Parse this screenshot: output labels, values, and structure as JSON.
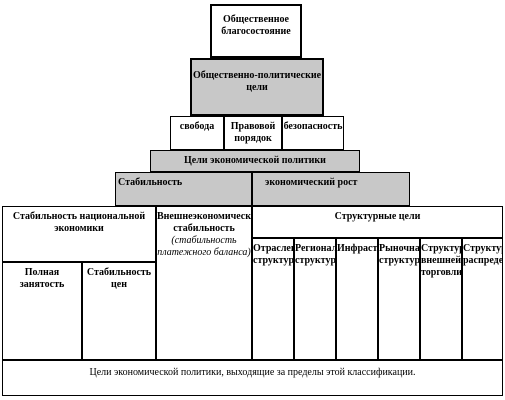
{
  "diagram": {
    "level1": "Общественное благосостояние",
    "level2": "Общественно-политические цели",
    "level3": [
      "свобода",
      "Правовой порядок",
      "безопасность"
    ],
    "level4": "Цели экономической политики",
    "level5": [
      "Стабильность",
      "экономический рост"
    ],
    "stability_group": {
      "national": "Стабильность национальной экономики",
      "full_employment": "Полная занятость",
      "price_stability": "Стабильность цен",
      "external": "Внешнеэкономическая стабильность",
      "external_note": "(стабильность платежного баланса)"
    },
    "structural_group": {
      "title": "Структурные цели",
      "items": [
        "Отраслевая структура",
        "Региональная структура",
        "Инфраструктура",
        "Рыночная структура",
        "Структура внешней торговли",
        "Структура распределения"
      ]
    },
    "footer": "Цели экономической политики, выходящие за пределы этой классификации."
  }
}
